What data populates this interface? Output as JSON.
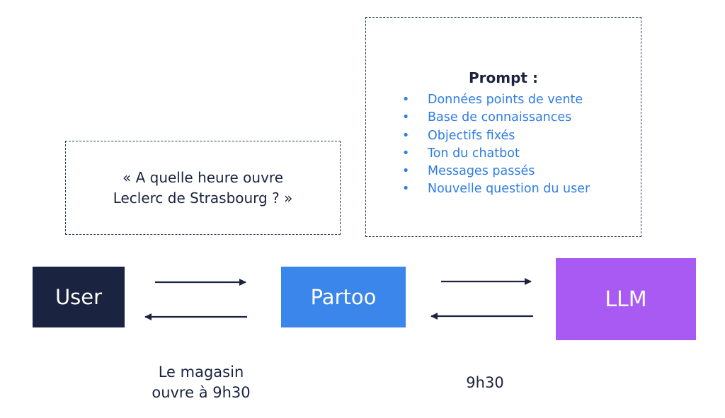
{
  "colors": {
    "ink": "#1b2340",
    "user_node": "#1a2340",
    "partoo_node": "#3a86ea",
    "llm_node": "#a95af3",
    "prompt_items": "#2f7de1",
    "arrow": "#1b2340"
  },
  "question": {
    "line1": "« A quelle heure ouvre",
    "line2": "Leclerc de Strasbourg ? »"
  },
  "prompt": {
    "title": "Prompt :",
    "bullet": "•",
    "items": [
      "Données points de vente",
      "Base de connaissances",
      "Objectifs fixés",
      "Ton du chatbot",
      "Messages passés",
      "Nouvelle question du user"
    ]
  },
  "nodes": {
    "user": "User",
    "partoo": "Partoo",
    "llm": "LLM"
  },
  "captions": {
    "user_reply_line1": "Le magasin",
    "user_reply_line2": "ouvre à 9h30",
    "llm_reply": "9h30"
  }
}
